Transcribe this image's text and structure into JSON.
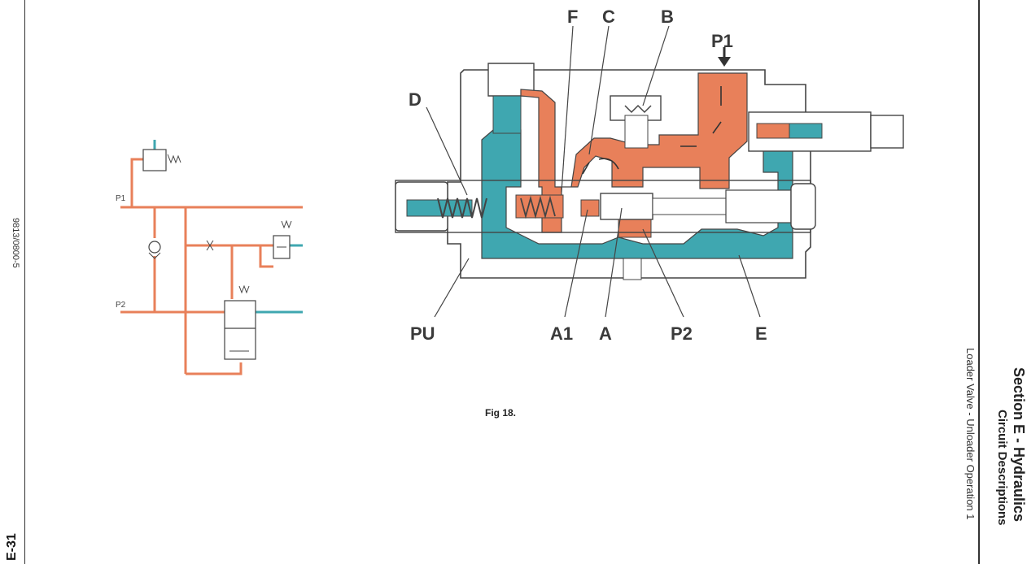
{
  "page": {
    "page_number": "E-31",
    "doc_code": "9813/0800-5",
    "section_title": "Section E - Hydraulics",
    "subsection_title": "Circuit Descriptions",
    "page_subject": "Loader Valve - Unloader Operation 1"
  },
  "figure": {
    "caption": "Fig 18.",
    "labels": [
      "F",
      "C",
      "B",
      "P1",
      "D",
      "PU",
      "A1",
      "A",
      "P2",
      "E"
    ]
  },
  "schematic": {
    "labels": [
      "P1",
      "P2"
    ]
  },
  "colors": {
    "pressure_oil": "#e8805a",
    "tank_oil": "#3fa7b0",
    "outline": "#444444",
    "body_fill": "#ffffff"
  }
}
